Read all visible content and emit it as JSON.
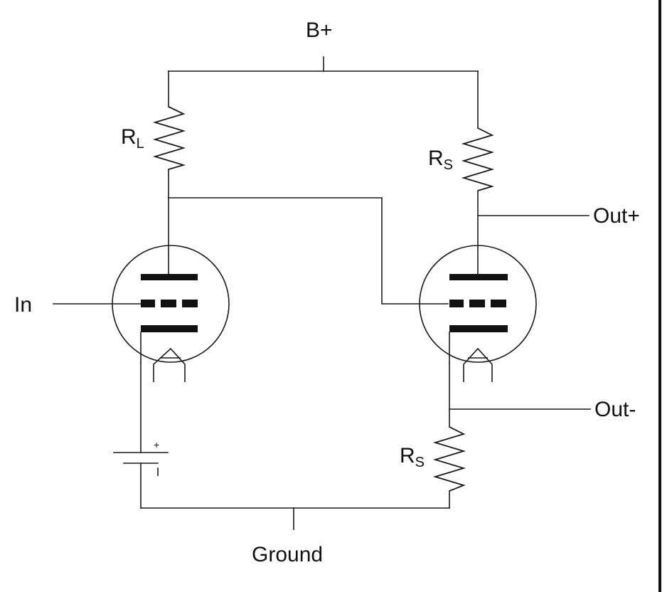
{
  "labels": {
    "supply": "B+",
    "ground": "Ground",
    "input": "In",
    "output_pos": "Out+",
    "output_neg": "Out-",
    "battery_plus": "+"
  },
  "resistors": {
    "load": {
      "letter": "R",
      "subscript": "L"
    },
    "series_top": {
      "letter": "R",
      "subscript": "S"
    },
    "series_bottom": {
      "letter": "R",
      "subscript": "S"
    }
  }
}
